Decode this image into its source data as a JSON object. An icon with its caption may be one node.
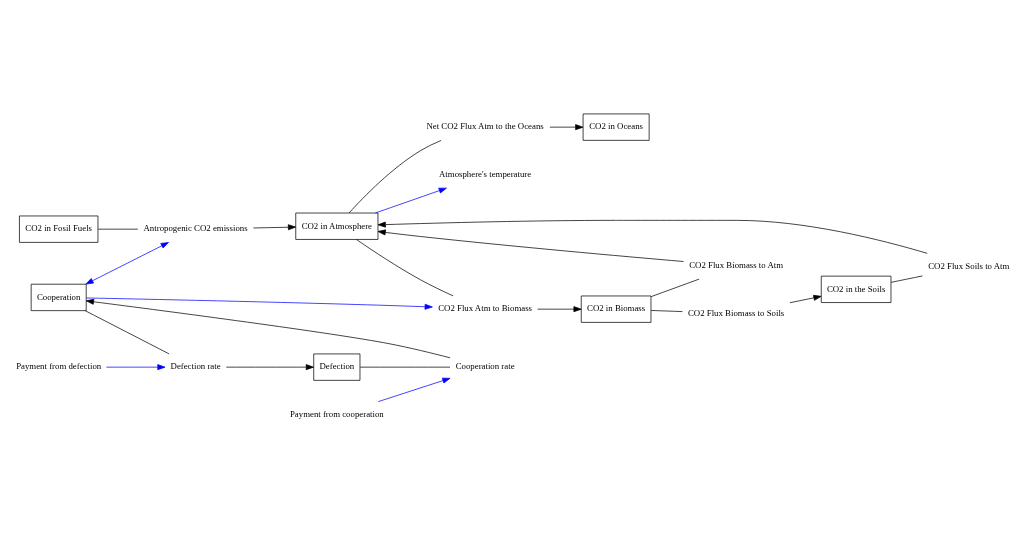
{
  "diagram": {
    "nodes": [
      {
        "text": [
          "CO2 in Fosil Fuels"
        ]
      },
      {
        "text": [
          "Antropogenic CO2 emissions"
        ]
      },
      {
        "text": [
          "CO2 in the Soils"
        ]
      },
      {
        "text": [
          "CO2 Flux Soils to Atm"
        ]
      },
      {
        "text": [
          "CO2 Flux Biomass to Soils"
        ]
      },
      {
        "text": [
          "CO2 in Biomass"
        ]
      },
      {
        "text": [
          "CO2 Flux Biomass to Atm"
        ]
      },
      {
        "text": [
          "CO2 in Atmosphere"
        ]
      },
      {
        "text": [
          "CO2 Flux Atm to Biomass"
        ]
      },
      {
        "text": [
          "Net CO2 Flux Atm to the Oceans"
        ]
      },
      {
        "text": [
          "Atmosphere's temperature"
        ]
      },
      {
        "text": [
          "CO2 in Oceans"
        ]
      },
      {
        "text": [
          "Payment from cooperation"
        ]
      },
      {
        "text": [
          "Cooperation rate"
        ]
      },
      {
        "text": [
          "Cooperation"
        ]
      },
      {
        "text": [
          "Defection rate"
        ]
      },
      {
        "text": [
          "Defection"
        ]
      },
      {
        "text": [
          "Payment from defection"
        ]
      }
    ],
    "edges": [
      {
        "from": 0,
        "to": 1,
        "arrow": "none"
      },
      {
        "from": 1,
        "to": 7,
        "arrow": "to"
      },
      {
        "from": 2,
        "to": 3,
        "arrow": "none"
      },
      {
        "from": 3,
        "to": 7,
        "arrow": "to"
      },
      {
        "from": 5,
        "to": 4,
        "arrow": "none"
      },
      {
        "from": 4,
        "to": 2,
        "arrow": "to"
      },
      {
        "from": 5,
        "to": 6,
        "arrow": "none"
      },
      {
        "from": 6,
        "to": 7,
        "arrow": "to"
      },
      {
        "from": 7,
        "to": 8,
        "arrow": "none"
      },
      {
        "from": 8,
        "to": 5,
        "arrow": "to"
      },
      {
        "from": 7,
        "to": 9,
        "arrow": "none"
      },
      {
        "from": 9,
        "to": 11,
        "arrow": "to"
      },
      {
        "from": 16,
        "to": 13,
        "arrow": "none"
      },
      {
        "from": 13,
        "to": 14,
        "arrow": "to"
      },
      {
        "from": 14,
        "to": 15,
        "arrow": "none"
      },
      {
        "from": 15,
        "to": 16,
        "arrow": "to"
      },
      {
        "from": 14,
        "to": 1,
        "arrow": "both",
        "color": "#0000ff"
      },
      {
        "from": 7,
        "to": 10,
        "arrow": "to",
        "color": "#0000ff"
      },
      {
        "from": 14,
        "to": 8,
        "arrow": "to",
        "color": "#0000ff"
      },
      {
        "from": 12,
        "to": 13,
        "arrow": "to",
        "color": "#0000ff"
      },
      {
        "from": 17,
        "to": 15,
        "arrow": "to",
        "color": "#0000ff"
      }
    ]
  }
}
